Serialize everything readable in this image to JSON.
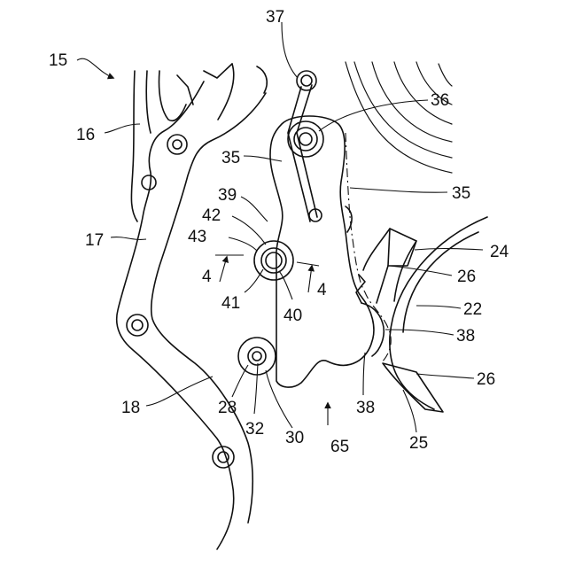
{
  "figure": {
    "labels": {
      "n15": "15",
      "n16": "16",
      "n17": "17",
      "n18": "18",
      "n22": "22",
      "n24": "24",
      "n25": "25",
      "n26a": "26",
      "n26b": "26",
      "n28": "28",
      "n30": "30",
      "n32": "32",
      "n35a": "35",
      "n35b": "35",
      "n36": "36",
      "n37": "37",
      "n38a": "38",
      "n38b": "38",
      "n39": "39",
      "n40": "40",
      "n41": "41",
      "n42": "42",
      "n43": "43",
      "n4a": "4",
      "n4b": "4",
      "n65": "65"
    }
  }
}
